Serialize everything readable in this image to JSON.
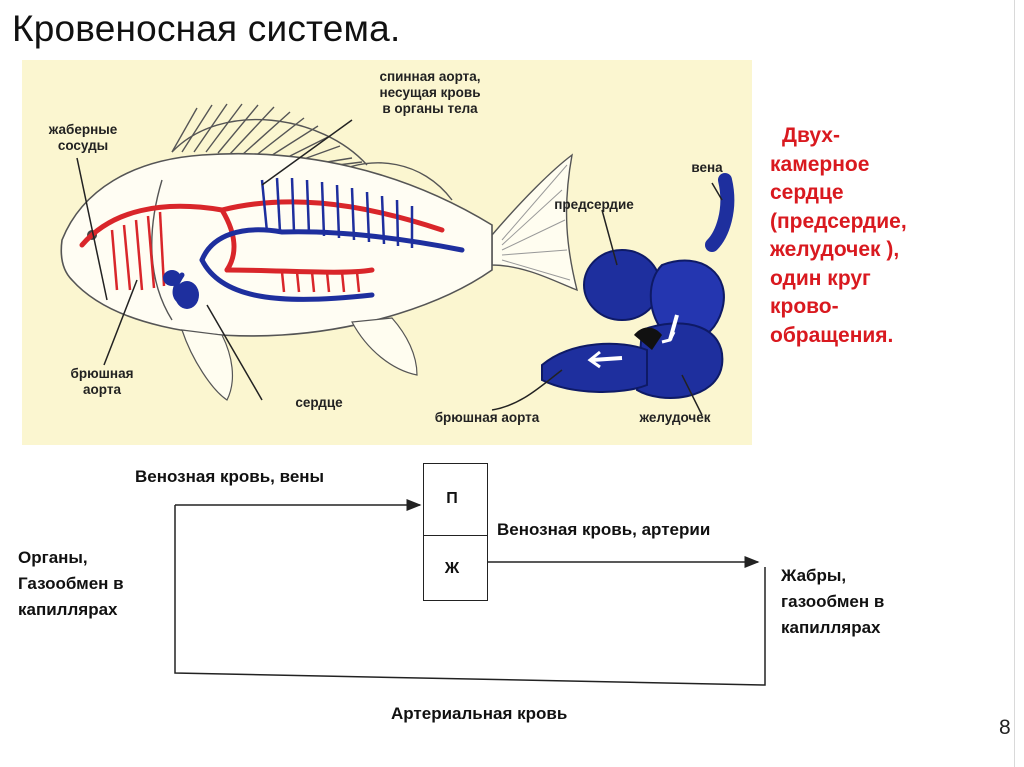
{
  "slide": {
    "title": "Кровеносная система.",
    "page_number": "8"
  },
  "diagram": {
    "labels": {
      "gill_vessels": [
        "жаберные",
        "сосуды"
      ],
      "dorsal_aorta": [
        "спинная аорта,",
        "несущая кровь",
        "в органы тела"
      ],
      "ventral_aorta": [
        "брюшная",
        "аорта"
      ],
      "heart": "сердце",
      "vein": "вена",
      "atrium": "предсердие",
      "ventral_aorta_heart": "брюшная аорта",
      "ventricle": "желудочек"
    },
    "colors": {
      "arterial": "#d9262a",
      "venous": "#1e2f9e",
      "panel_bg": "#fbf6d0",
      "side_text": "#d9191f"
    }
  },
  "side_text": {
    "lines": [
      "Двух-",
      "камерное",
      "сердце",
      "(предсердие,",
      "желудочек ),",
      "один круг",
      "крово-",
      "обращения."
    ]
  },
  "scheme": {
    "venous_veins": "Венозная кровь, вены",
    "venous_arteries": "Венозная кровь, артерии",
    "organs": [
      "Органы,",
      "Газообмен в",
      "капиллярах"
    ],
    "gills": [
      "Жабры,",
      "газообмен в",
      "капиллярах"
    ],
    "arterial": "Артериальная кровь",
    "atrium_letter": "П",
    "ventricle_letter": "Ж"
  }
}
